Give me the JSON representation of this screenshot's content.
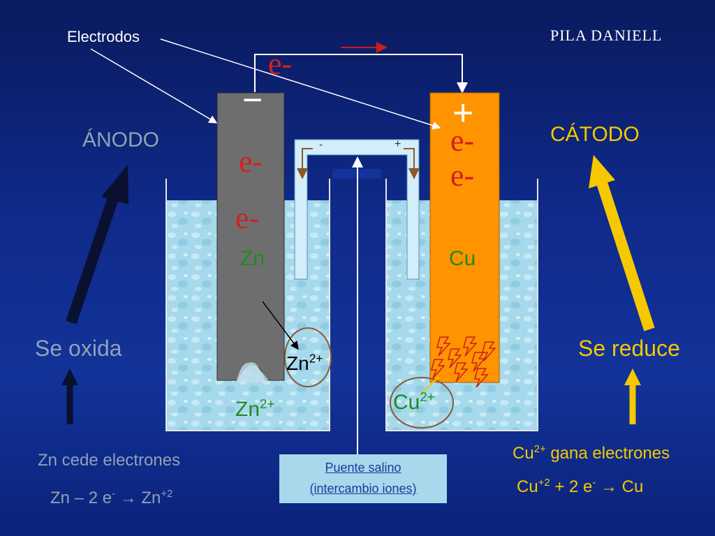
{
  "title": "PILA DANIELL",
  "electrodos_label": "Electrodos",
  "electron_symbol": "e-",
  "minus_sign": "−",
  "plus_sign": "+",
  "bridge_minus": "-",
  "bridge_plus": "+",
  "anode": {
    "label": "ÁNODO",
    "metal": "Zn",
    "ion_base": "Zn",
    "ion_charge": "2+",
    "process": "Se oxida",
    "description": "Zn cede electrones",
    "equation": {
      "a": "Zn – 2 e",
      "sup1": "-",
      "b": " → Zn",
      "sup2": "+2"
    }
  },
  "cathode": {
    "label": "CÁTODO",
    "metal": "Cu",
    "ion_base": "Cu",
    "ion_charge": "2+",
    "process": "Se reduce",
    "description": {
      "a": "Cu",
      "sup": "2+",
      "b": " gana electrones"
    },
    "equation": {
      "a": "Cu",
      "sup1": "+2",
      "b": " + 2 e",
      "sup2": "-",
      "c": " → Cu"
    }
  },
  "salt_bridge": {
    "line1": "Puente salino",
    "line2": "(intercambio iones)"
  },
  "colors": {
    "background": "#0f2a8a",
    "zinc": "#6e6e6e",
    "copper": "#ff9400",
    "electron": "#d42020",
    "metal_label": "#1f8a1f",
    "arrow_yellow": "#f5c800",
    "arrow_dark": "#0a1030",
    "water": "#a8d8ec"
  }
}
